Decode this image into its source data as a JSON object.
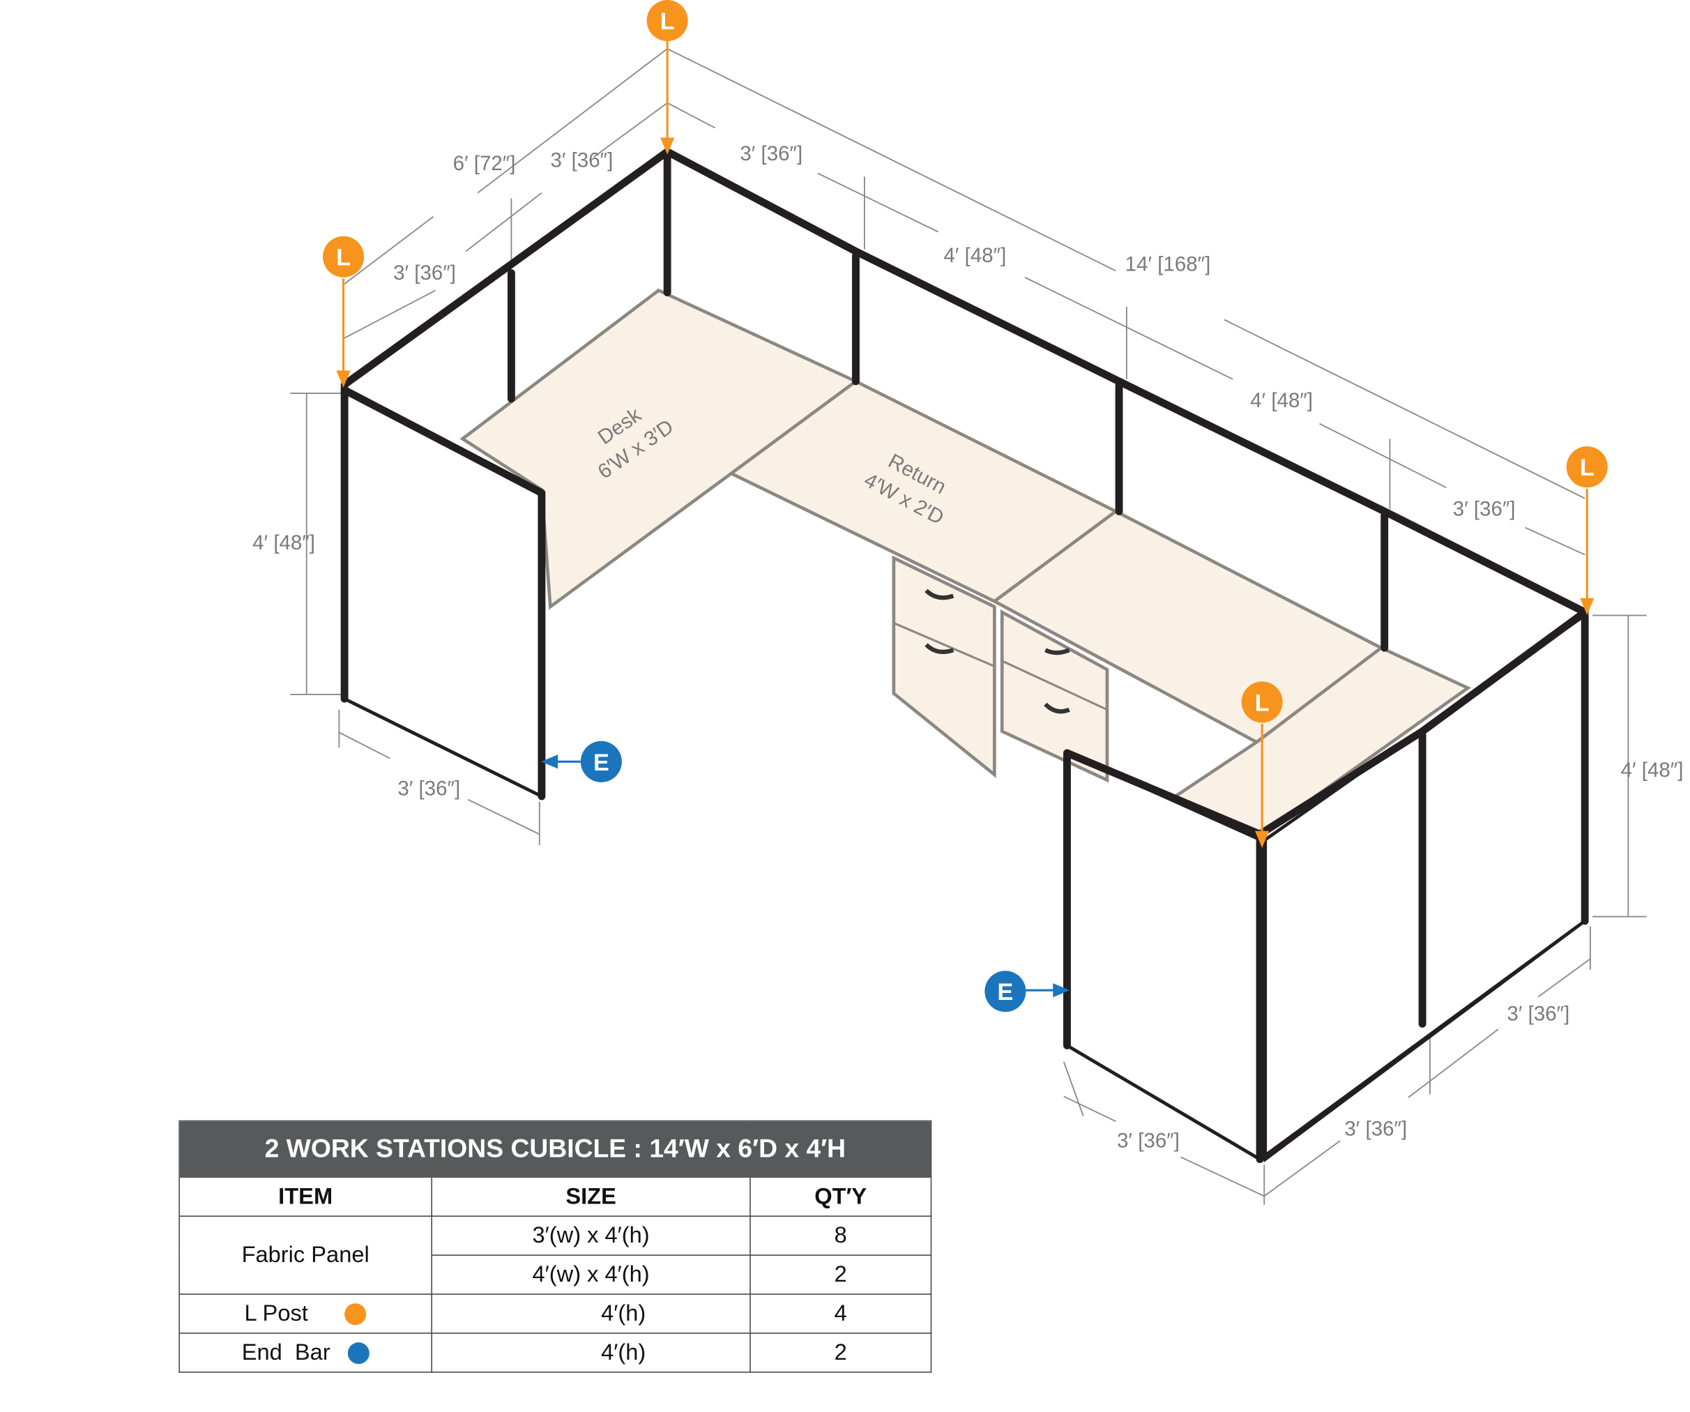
{
  "colors": {
    "l_post": "#f7941d",
    "end_bar": "#1b75bc",
    "desk": "#f9f1e6",
    "frame": "#231f20",
    "table_header": "#58595b"
  },
  "markers": {
    "l_post": "L",
    "end_bar": "E"
  },
  "dimensions": {
    "overall_depth": "6′ [72″]",
    "back_left_upper": "3′ [36″]",
    "back_right_first": "3′ [36″]",
    "left_lower": "3′ [36″]",
    "back_second": "4′ [48″]",
    "overall_width": "14′ [168″]",
    "back_third": "4′ [48″]",
    "back_fourth": "3′ [36″]",
    "height_left": "4′ [48″]",
    "end_left": "3′ [36″]",
    "height_right": "4′ [48″]",
    "front_right_upper": "3′ [36″]",
    "front_right_lower": "3′ [36″]",
    "end_right": "3′ [36″]"
  },
  "desk": {
    "name": "Desk",
    "size": "6′W x 3′D"
  },
  "return": {
    "name": "Return",
    "size": "4′W x 2′D"
  },
  "table": {
    "title": "2 WORK STATIONS  CUBICLE  :  14′W x 6′D x 4′H",
    "headers": [
      "ITEM",
      "SIZE",
      "QT′Y"
    ],
    "rows": [
      {
        "item": "Fabric Panel",
        "size": "3′(w) x 4′(h)",
        "qty": "8"
      },
      {
        "item": "Fabric Panel",
        "size": "4′(w) x 4′(h)",
        "qty": "2"
      },
      {
        "item": "L Post",
        "size": "4′(h)",
        "qty": "4"
      },
      {
        "item": "End  Bar",
        "size": "4′(h)",
        "qty": "2"
      }
    ]
  }
}
